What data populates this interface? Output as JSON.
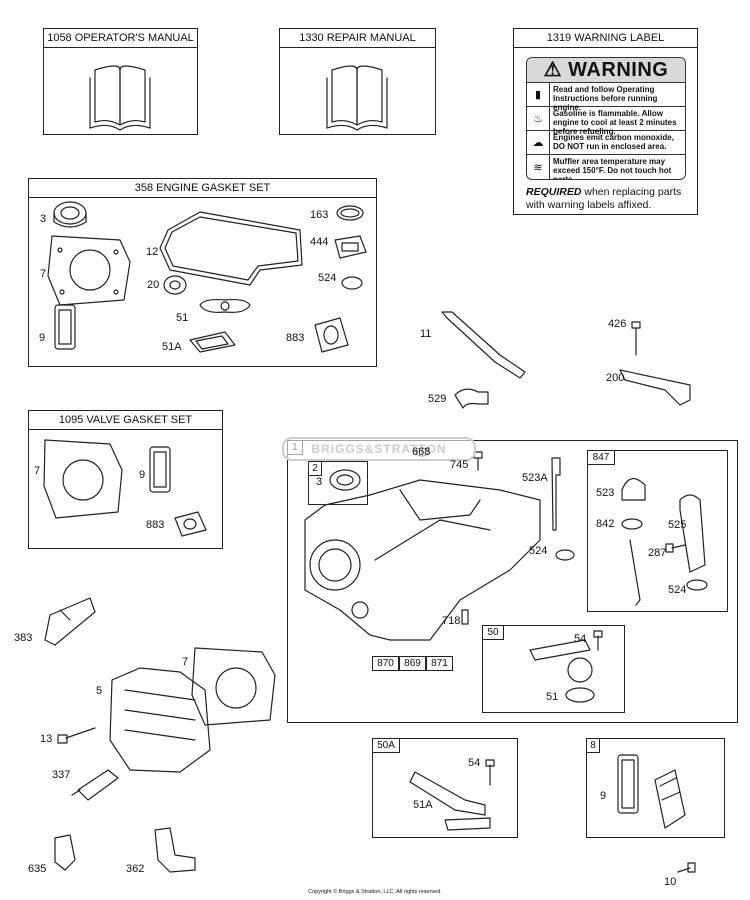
{
  "boxes": {
    "operators_manual": "1058 OPERATOR'S MANUAL",
    "repair_manual": "1330 REPAIR MANUAL",
    "warning_label": "1319 WARNING LABEL",
    "engine_gasket_set": "358 ENGINE GASKET SET",
    "valve_gasket_set": "1095 VALVE GASKET SET"
  },
  "warning": {
    "heading": "WARNING",
    "rows": [
      {
        "icon": "manual-read-icon",
        "text": "Read and follow Operating Instructions before running engine."
      },
      {
        "icon": "flame-icon",
        "text": "Gasoline is flammable. Allow engine to cool at least 2 minutes before refueling."
      },
      {
        "icon": "toxic-gas-icon",
        "text": "Engines emit carbon monoxide, DO NOT run in enclosed area."
      },
      {
        "icon": "hot-surface-icon",
        "text": "Muffler area temperature may exceed 150°F. Do not touch hot parts."
      }
    ],
    "required_bold": "REQUIRED",
    "required_rest": " when replacing parts with warning labels affixed."
  },
  "groups": {
    "g1": "1",
    "g2": "2",
    "g847": "847",
    "g50": "50",
    "g50a": "50A",
    "g8": "8"
  },
  "callouts": {
    "c870": "870",
    "c869": "869",
    "c871": "871"
  },
  "parts": {
    "p3a": "3",
    "p7a": "7",
    "p9a": "9",
    "p12": "12",
    "p20": "20",
    "p51": "51",
    "p51a": "51A",
    "p163": "163",
    "p444": "444",
    "p524a": "524",
    "p883a": "883",
    "p7b": "7",
    "p9b": "9",
    "p883b": "883",
    "p11": "11",
    "p529": "529",
    "p426": "426",
    "p200": "200",
    "p668": "668",
    "p745": "745",
    "p523a": "523A",
    "p3b": "3",
    "p524b": "524",
    "p718": "718",
    "p523": "523",
    "p842": "842",
    "p525": "525",
    "p287": "287",
    "p524c": "524",
    "p54a": "54",
    "p51b": "51",
    "p383": "383",
    "p5": "5",
    "p7c": "7",
    "p13": "13",
    "p337": "337",
    "p635": "635",
    "p362": "362",
    "p54b": "54",
    "p51a2": "51A",
    "p9c": "9",
    "p10": "10"
  },
  "watermark": "BRIGGS&STRATTON",
  "copyright": "Copyright © Briggs & Stratton, LLC. All rights reserved."
}
